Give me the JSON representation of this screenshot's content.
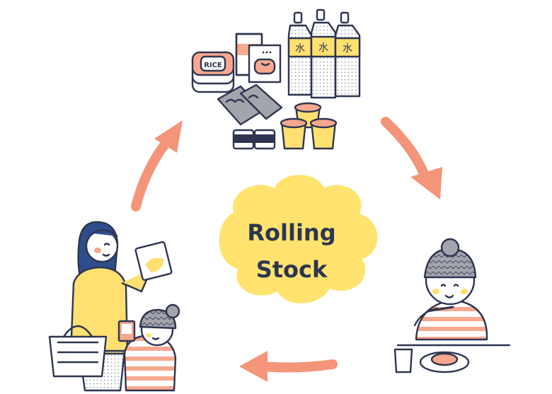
{
  "title": {
    "line1": "Rolling",
    "line2": "Stock"
  },
  "stock_labels": {
    "rice": "RICE",
    "water": "水"
  },
  "colors": {
    "arrow": "#f4957a",
    "cloud": "#ffe36e",
    "ink": "#2e3550",
    "yellow": "#ffe071",
    "peach": "#f7a88e",
    "gray": "#a4a4ad"
  }
}
